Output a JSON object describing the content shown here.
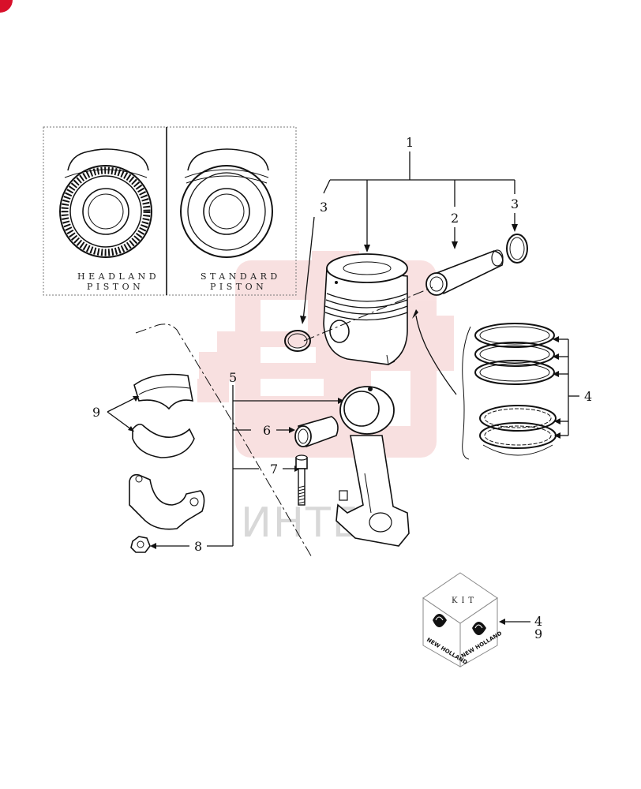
{
  "inset": {
    "headland_label_line1": "HEADLAND",
    "headland_label_line2": "PISTON",
    "standard_label_line1": "STANDARD",
    "standard_label_line2": "PISTON"
  },
  "callouts": {
    "c1": "1",
    "c2": "2",
    "c3_left": "3",
    "c3_right": "3",
    "c4": "4",
    "c5": "5",
    "c6": "6",
    "c7": "7",
    "c8": "8",
    "c9": "9"
  },
  "kit": {
    "label": "KIT",
    "brand_left": "NEW HOLLAND",
    "brand_right": "NEW HOLLAND",
    "ref_a": "4",
    "ref_b": "9"
  },
  "watermark": {
    "text": "ИНТЕХ"
  },
  "colors": {
    "watermark_red": "#f4c8c8",
    "corner_badge": "#d8102a",
    "line": "#111111"
  }
}
